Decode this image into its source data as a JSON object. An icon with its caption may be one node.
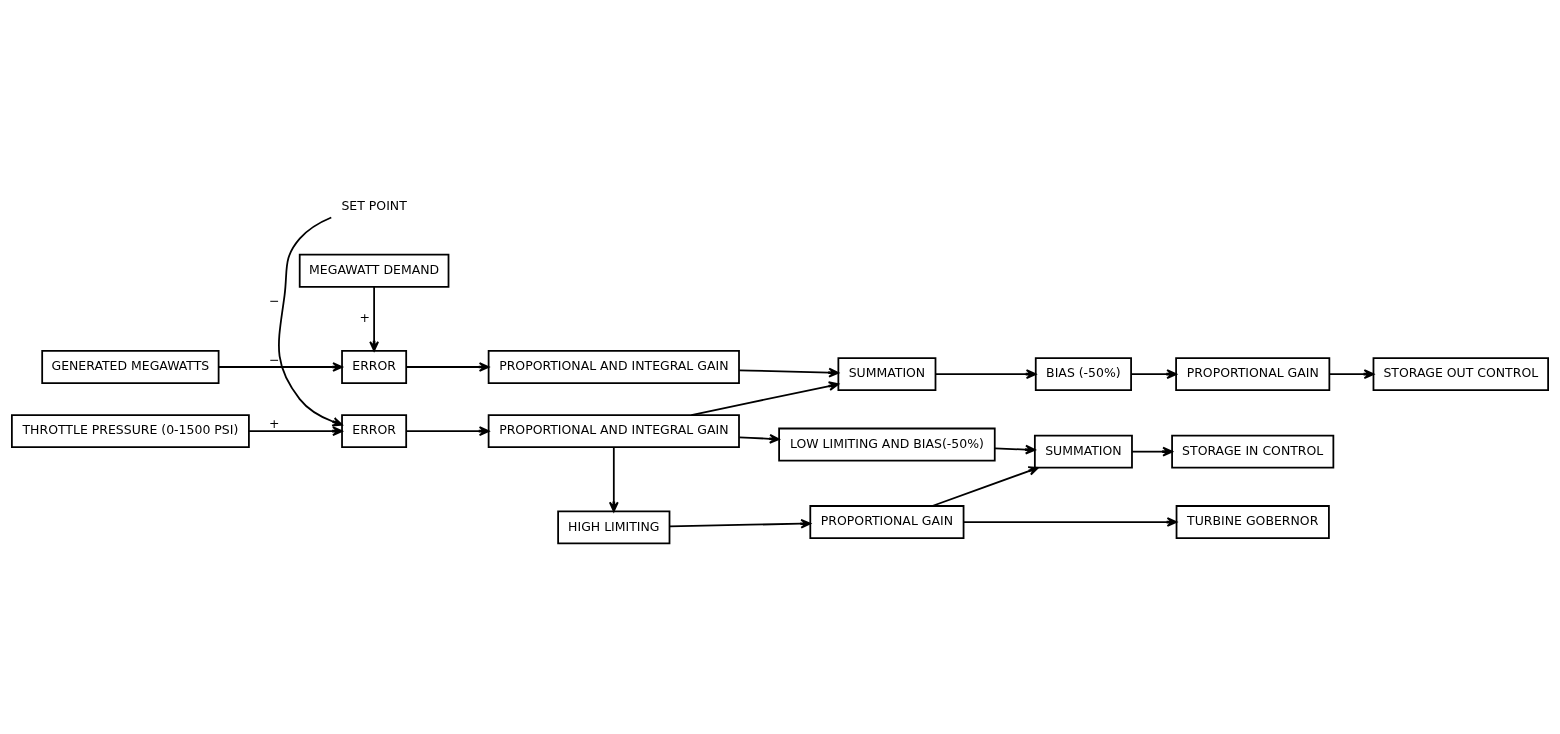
{
  "diagram": {
    "nodes": [
      {
        "text": [
          "GENERATED MEGAWATTS"
        ]
      },
      {
        "text": [
          "ERROR"
        ]
      },
      {
        "text": [
          "PROPORTIONAL AND INTEGRAL GAIN"
        ]
      },
      {
        "text": [
          "SUMMATION"
        ]
      },
      {
        "text": [
          "BIAS (-50%)"
        ]
      },
      {
        "text": [
          "PROPORTIONAL GAIN"
        ]
      },
      {
        "text": [
          "STORAGE OUT CONTROL"
        ]
      },
      {
        "text": [
          "MEGAWATT DEMAND"
        ]
      },
      {
        "text": [
          "THROTTLE PRESSURE (0-1500 PSI)"
        ]
      },
      {
        "text": [
          "ERROR"
        ]
      },
      {
        "text": [
          "PROPORTIONAL AND INTEGRAL GAIN"
        ]
      },
      {
        "text": [
          "LOW LIMITING AND BIAS(-50%)"
        ]
      },
      {
        "text": [
          "SUMMATION"
        ]
      },
      {
        "text": [
          "STORAGE IN CONTROL"
        ]
      },
      {
        "text": [
          "SET POINT"
        ]
      },
      {
        "text": [
          "HIGH LIMITING"
        ]
      },
      {
        "text": [
          "PROPORTIONAL GAIN"
        ]
      },
      {
        "text": [
          "TURBINE GOBERNOR"
        ]
      }
    ],
    "edges": [
      {
        "from": 0,
        "to": 1,
        "arrow": "to",
        "label": "−"
      },
      {
        "from": 7,
        "to": 1,
        "arrow": "to",
        "label": "+"
      },
      {
        "from": 1,
        "to": 2,
        "arrow": "to"
      },
      {
        "from": 2,
        "to": 3,
        "arrow": "to"
      },
      {
        "from": 3,
        "to": 4,
        "arrow": "to"
      },
      {
        "from": 4,
        "to": 5,
        "arrow": "to"
      },
      {
        "from": 5,
        "to": 6,
        "arrow": "to"
      },
      {
        "from": 10,
        "to": 3,
        "arrow": "to"
      },
      {
        "from": 8,
        "to": 9,
        "arrow": "to",
        "label": "+"
      },
      {
        "from": 14,
        "to": 9,
        "arrow": "to",
        "label": "−"
      },
      {
        "from": 9,
        "to": 10,
        "arrow": "to"
      },
      {
        "from": 10,
        "to": 11,
        "arrow": "to"
      },
      {
        "from": 11,
        "to": 12,
        "arrow": "to"
      },
      {
        "from": 12,
        "to": 13,
        "arrow": "to"
      },
      {
        "from": 10,
        "to": 15,
        "arrow": "to"
      },
      {
        "from": 15,
        "to": 16,
        "arrow": "to"
      },
      {
        "from": 16,
        "to": 12,
        "arrow": "to"
      },
      {
        "from": 16,
        "to": 17,
        "arrow": "to"
      }
    ]
  }
}
